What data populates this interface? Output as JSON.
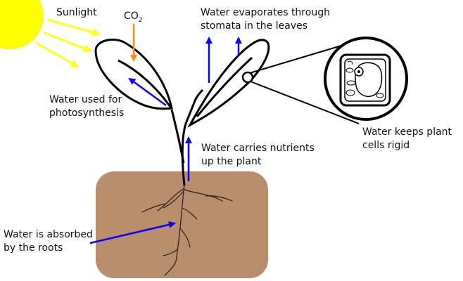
{
  "colors": {
    "sun": "#FFFF00",
    "sun_rays": "#FFFF22",
    "soil": "#B98E6D",
    "water_arrow": "#0A00FF",
    "co2_arrow": "#FF8C1A",
    "outline": "#000000",
    "background": "#FFFFFF"
  },
  "icons": {
    "sun": "sun-icon",
    "cell": "plant-cell-icon"
  },
  "labels": {
    "sunlight": "Sunlight",
    "co2_main": "CO",
    "co2_sub": "2",
    "evaporation": [
      "Water evaporates through",
      "stomata in the leaves"
    ],
    "photosynthesis": [
      "Water used for",
      "photosynthesis"
    ],
    "rigid_cells": [
      "Water keeps plant",
      "cells rigid"
    ],
    "nutrients": [
      "Water carries nutrients",
      "up the plant"
    ],
    "roots": [
      "Water is absorbed",
      "by the roots"
    ]
  }
}
